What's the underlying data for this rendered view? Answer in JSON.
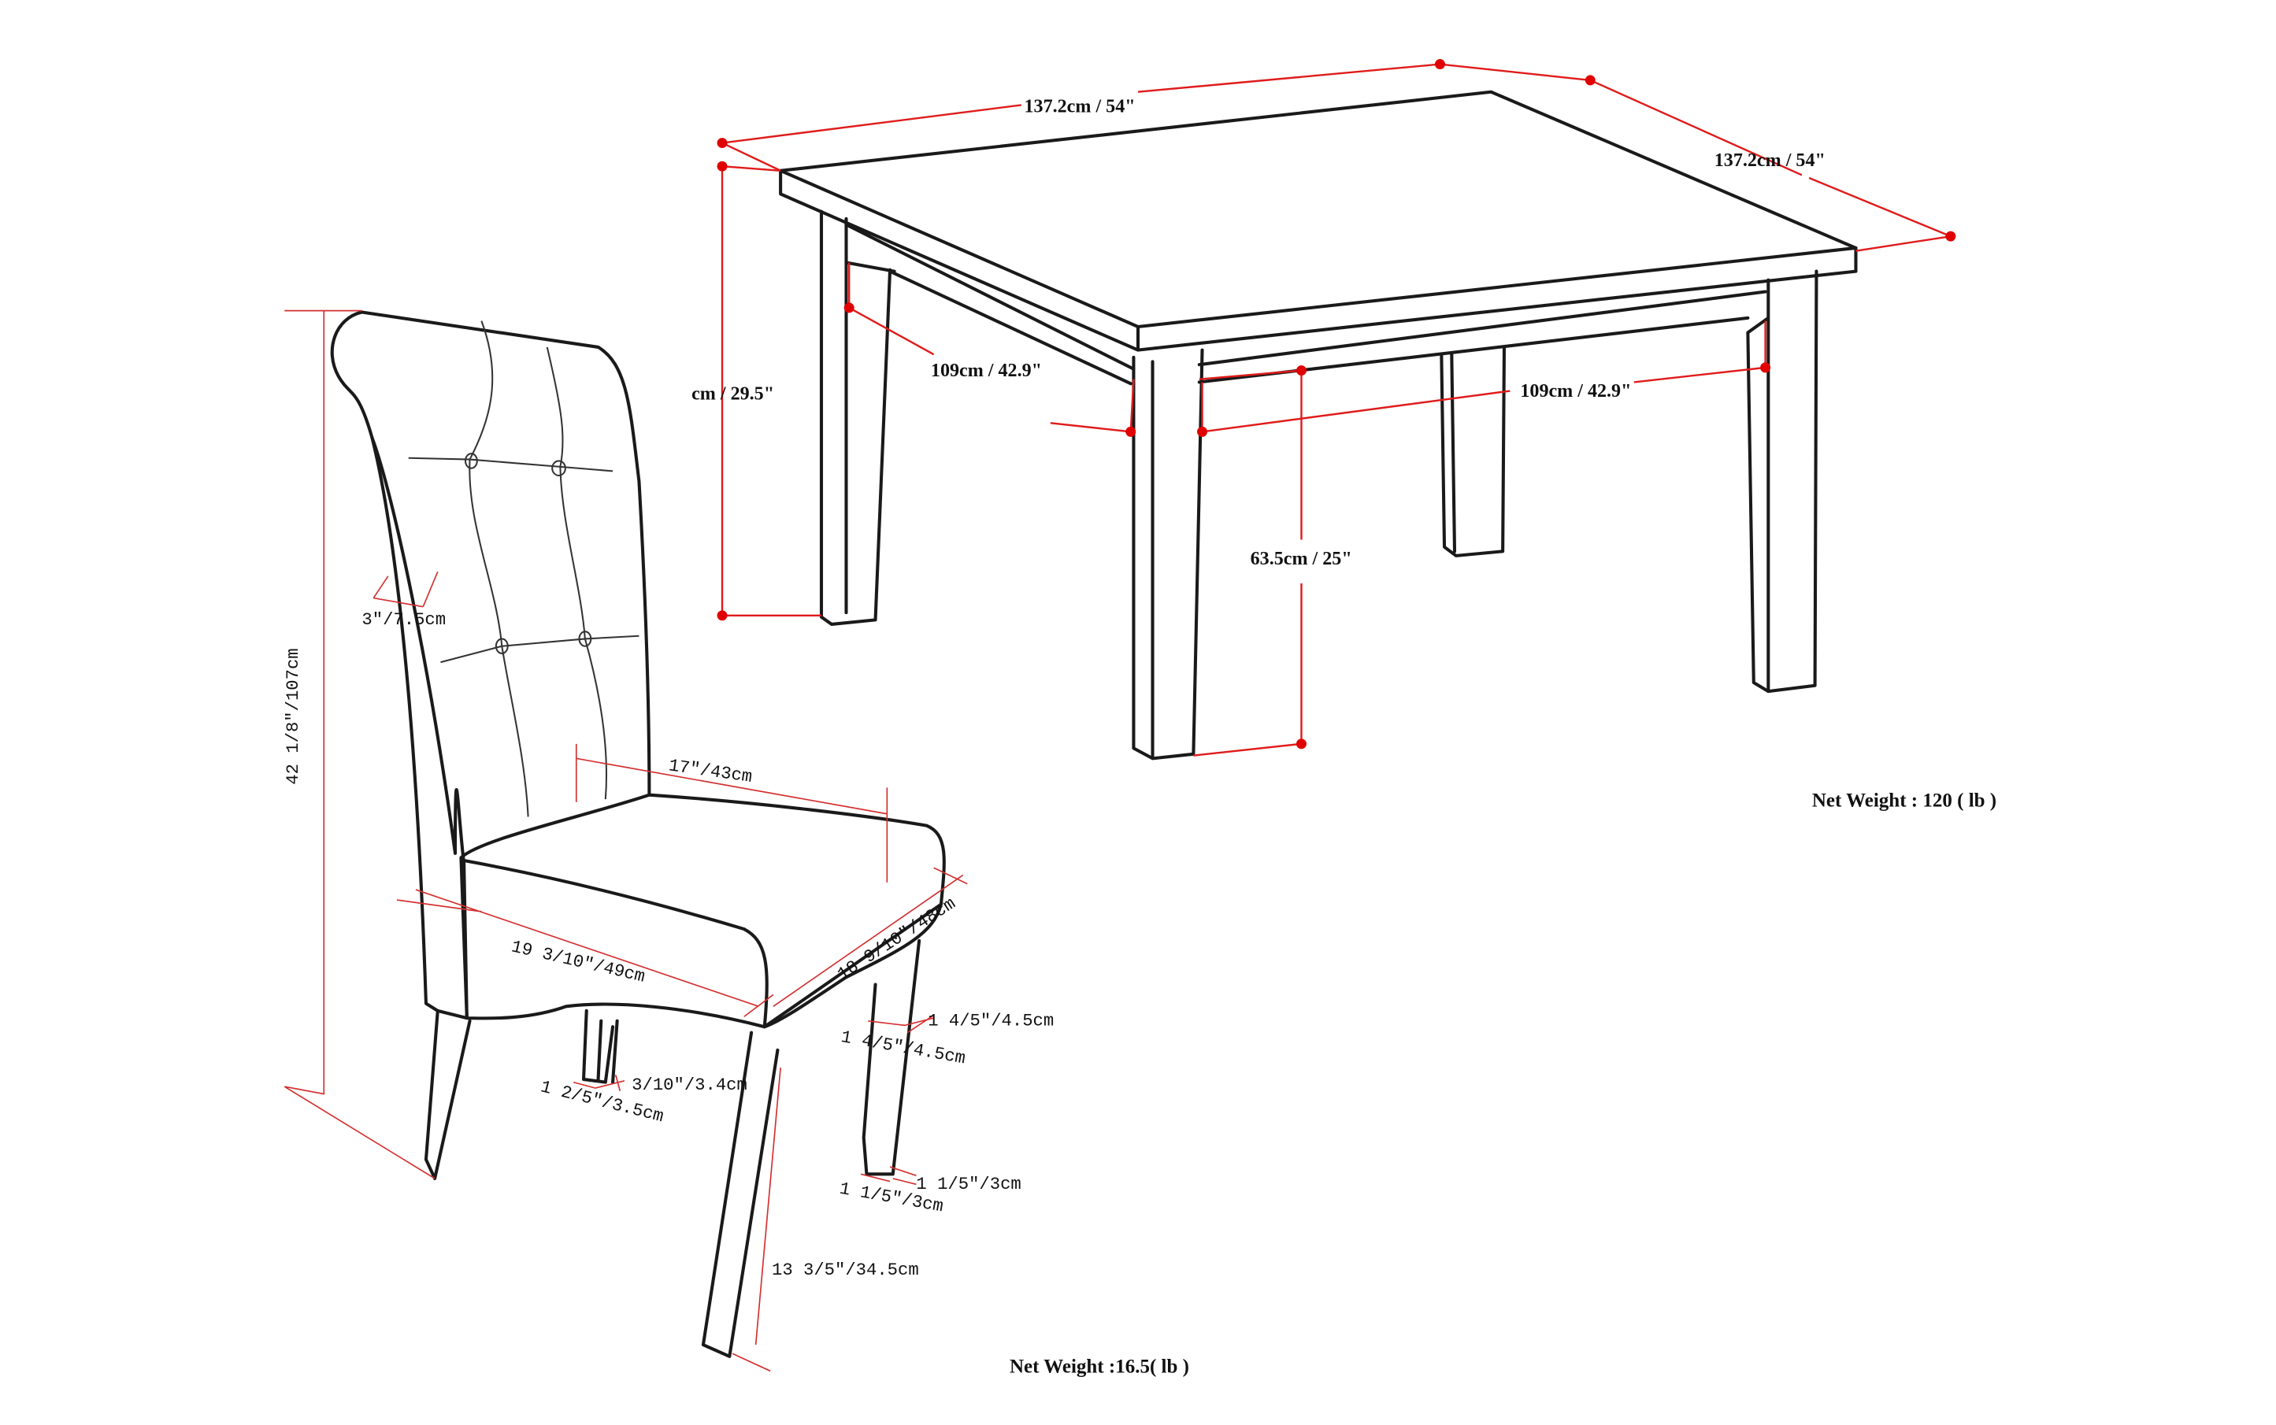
{
  "table": {
    "width_label": "137.2cm / 54\"",
    "depth_label": "137.2cm / 54\"",
    "height_label": "cm / 29.5\"",
    "apron_left_label": "109cm / 42.9\"",
    "apron_front_label": "109cm / 42.9\"",
    "leg_clearance_label": "63.5cm / 25\"",
    "net_weight_label": "Net Weight : 120 ( lb )"
  },
  "chair": {
    "height_label": "42 1/8″/107cm",
    "back_thickness_label": "3″/7.5cm",
    "seat_back_width_label": "17″/43cm",
    "seat_front_width_label": "19 3/10″/49cm",
    "seat_depth_label": "18 9/10″/48cm",
    "rear_leg_bottom_a_label": "1 2/5″/3.5cm",
    "rear_leg_bottom_b_label": "3/10″/3.4cm",
    "front_leg_top_a_label": "1 4/5″/4.5cm",
    "front_leg_top_b_label": "1 4/5″/4.5cm",
    "front_leg_bottom_a_label": "1 1/5″/3cm",
    "front_leg_bottom_b_label": "1 1/5″/3cm",
    "leg_height_label": "13 3/5″/34.5cm",
    "net_weight_label": "Net Weight :16.5( lb )"
  },
  "colors": {
    "dimension_line": "#e01b1b",
    "outline": "#1a1a1a",
    "background": "#ffffff"
  }
}
